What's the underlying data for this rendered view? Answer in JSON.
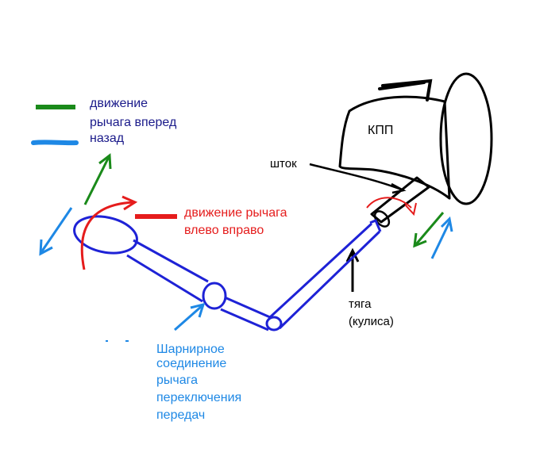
{
  "legend": {
    "forward_line": "движение",
    "forward_line2": "рычага вперед",
    "backward_line": "назад",
    "forward_color": "#1a8a1a",
    "backward_color": "#1e88e5"
  },
  "labels": {
    "gearbox": "КПП",
    "rod": "шток",
    "lateral_1": "движение рычага",
    "lateral_2": "влево вправо",
    "link_1": "тяга",
    "link_2": "(кулиса)",
    "joint_1": "Шарнирное",
    "joint_2": "соединение",
    "joint_3": "рычага",
    "joint_4": "переключения",
    "joint_5": "передач"
  },
  "colors": {
    "navy_text": "#1a1a8a",
    "lever": "#1e22d6",
    "red": "#e51c1c",
    "green": "#1a8a1a",
    "blue": "#1e88e5",
    "black": "#000000"
  }
}
